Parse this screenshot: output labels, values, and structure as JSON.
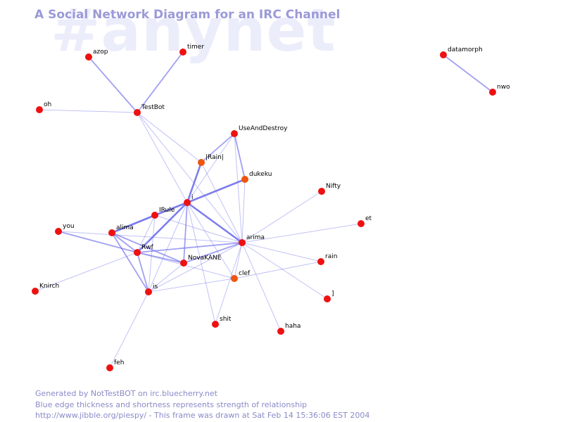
{
  "watermark": "#anynet",
  "title": "A Social Network Diagram for an IRC Channel",
  "footer": {
    "line1": "Generated by NotTestBOT on irc.bluecherry.net",
    "line2": "Blue edge thickness and shortness represents strength of relationship",
    "line3": "http://www.jibble.org/piespy/ - This frame was drawn at Sat Feb 14 15:36:06 EST 2004"
  },
  "colors": {
    "node_red": "#ee1111",
    "node_orange": "#ee5511",
    "edge": "#7777ee",
    "title": "#9a9ad8",
    "watermark": "#ecedfb"
  },
  "nodes": [
    {
      "id": "azop",
      "label": "azop",
      "color": "red"
    },
    {
      "id": "timer",
      "label": "timer",
      "color": "red"
    },
    {
      "id": "oh",
      "label": "oh",
      "color": "red"
    },
    {
      "id": "TestBot",
      "label": "TestBot",
      "color": "red"
    },
    {
      "id": "UseAndDestroy",
      "label": "UseAndDestroy",
      "color": "red"
    },
    {
      "id": "Rain",
      "label": "|Rain|",
      "color": "orange"
    },
    {
      "id": "dukeku",
      "label": "dukeku",
      "color": "orange"
    },
    {
      "id": "i",
      "label": "i",
      "color": "red"
    },
    {
      "id": "IRule",
      "label": "IRule",
      "color": "red"
    },
    {
      "id": "you",
      "label": "you",
      "color": "red"
    },
    {
      "id": "alima",
      "label": "alima",
      "color": "red"
    },
    {
      "id": "Rwf",
      "label": "Rwf",
      "color": "red"
    },
    {
      "id": "NovaKANE",
      "label": "NovaKANE",
      "color": "red"
    },
    {
      "id": "arima",
      "label": "arima",
      "color": "red"
    },
    {
      "id": "clef",
      "label": "clef",
      "color": "orange"
    },
    {
      "id": "Nifty",
      "label": "Nifty",
      "color": "red"
    },
    {
      "id": "et",
      "label": "et",
      "color": "red"
    },
    {
      "id": "rain",
      "label": "rain",
      "color": "red"
    },
    {
      "id": "bracket",
      "label": "]",
      "color": "red"
    },
    {
      "id": "Knirch",
      "label": "Knirch",
      "color": "red"
    },
    {
      "id": "is",
      "label": "is",
      "color": "red"
    },
    {
      "id": "shit",
      "label": "shit",
      "color": "red"
    },
    {
      "id": "haha",
      "label": "haha",
      "color": "red"
    },
    {
      "id": "feh",
      "label": "feh",
      "color": "red"
    },
    {
      "id": "datamorph",
      "label": "datamorph",
      "color": "red"
    },
    {
      "id": "nwo",
      "label": "nwo",
      "color": "red"
    }
  ],
  "edges": [
    {
      "source": "azop",
      "target": "TestBot",
      "strength": 2
    },
    {
      "source": "timer",
      "target": "TestBot",
      "strength": 2
    },
    {
      "source": "oh",
      "target": "TestBot",
      "strength": 1
    },
    {
      "source": "TestBot",
      "target": "i",
      "strength": 1
    },
    {
      "source": "TestBot",
      "target": "Rain",
      "strength": 1
    },
    {
      "source": "TestBot",
      "target": "arima",
      "strength": 1
    },
    {
      "source": "UseAndDestroy",
      "target": "Rain",
      "strength": 2
    },
    {
      "source": "UseAndDestroy",
      "target": "dukeku",
      "strength": 2
    },
    {
      "source": "UseAndDestroy",
      "target": "i",
      "strength": 1
    },
    {
      "source": "UseAndDestroy",
      "target": "arima",
      "strength": 1
    },
    {
      "source": "Rain",
      "target": "i",
      "strength": 3
    },
    {
      "source": "Rain",
      "target": "arima",
      "strength": 1
    },
    {
      "source": "dukeku",
      "target": "i",
      "strength": 3
    },
    {
      "source": "dukeku",
      "target": "arima",
      "strength": 1
    },
    {
      "source": "i",
      "target": "IRule",
      "strength": 3
    },
    {
      "source": "i",
      "target": "alima",
      "strength": 2
    },
    {
      "source": "i",
      "target": "Rwf",
      "strength": 3
    },
    {
      "source": "i",
      "target": "NovaKANE",
      "strength": 2
    },
    {
      "source": "i",
      "target": "arima",
      "strength": 3
    },
    {
      "source": "i",
      "target": "clef",
      "strength": 1
    },
    {
      "source": "i",
      "target": "is",
      "strength": 1
    },
    {
      "source": "i",
      "target": "shit",
      "strength": 1
    },
    {
      "source": "IRule",
      "target": "alima",
      "strength": 3
    },
    {
      "source": "IRule",
      "target": "Rwf",
      "strength": 1
    },
    {
      "source": "IRule",
      "target": "arima",
      "strength": 1
    },
    {
      "source": "IRule",
      "target": "is",
      "strength": 1
    },
    {
      "source": "you",
      "target": "Rwf",
      "strength": 2
    },
    {
      "source": "you",
      "target": "arima",
      "strength": 1
    },
    {
      "source": "alima",
      "target": "Rwf",
      "strength": 2
    },
    {
      "source": "alima",
      "target": "NovaKANE",
      "strength": 2
    },
    {
      "source": "alima",
      "target": "is",
      "strength": 2
    },
    {
      "source": "Rwf",
      "target": "NovaKANE",
      "strength": 2
    },
    {
      "source": "Rwf",
      "target": "arima",
      "strength": 2
    },
    {
      "source": "Rwf",
      "target": "is",
      "strength": 2
    },
    {
      "source": "Rwf",
      "target": "Knirch",
      "strength": 1
    },
    {
      "source": "Rwf",
      "target": "clef",
      "strength": 1
    },
    {
      "source": "NovaKANE",
      "target": "arima",
      "strength": 2
    },
    {
      "source": "NovaKANE",
      "target": "is",
      "strength": 1
    },
    {
      "source": "arima",
      "target": "Nifty",
      "strength": 1
    },
    {
      "source": "arima",
      "target": "et",
      "strength": 1
    },
    {
      "source": "arima",
      "target": "rain",
      "strength": 1
    },
    {
      "source": "arima",
      "target": "bracket",
      "strength": 1
    },
    {
      "source": "arima",
      "target": "clef",
      "strength": 1
    },
    {
      "source": "arima",
      "target": "is",
      "strength": 1
    },
    {
      "source": "arima",
      "target": "haha",
      "strength": 1
    },
    {
      "source": "arima",
      "target": "shit",
      "strength": 1
    },
    {
      "source": "clef",
      "target": "is",
      "strength": 1
    },
    {
      "source": "clef",
      "target": "rain",
      "strength": 1
    },
    {
      "source": "is",
      "target": "feh",
      "strength": 1
    },
    {
      "source": "datamorph",
      "target": "nwo",
      "strength": 2
    }
  ]
}
